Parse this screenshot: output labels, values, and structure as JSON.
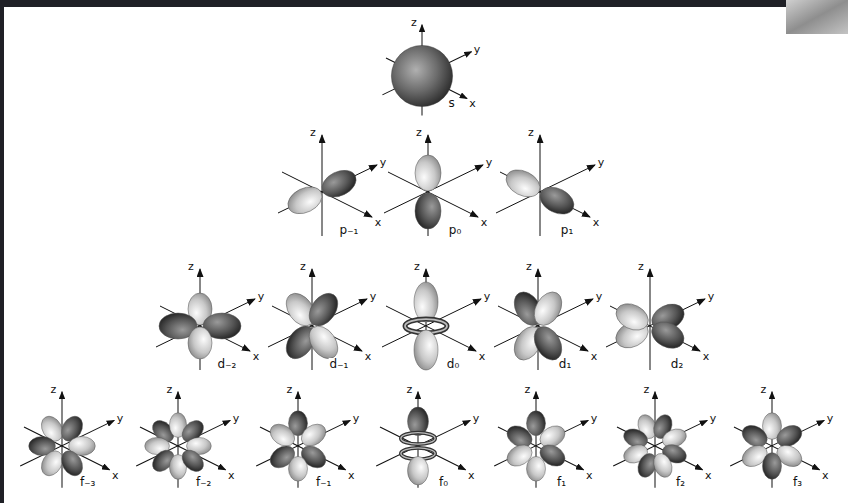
{
  "diagram": {
    "labels": [
      "z",
      "y",
      "x",
      "s",
      "z",
      "y",
      "x",
      "p₋₁",
      "z",
      "y",
      "x",
      "p₀",
      "z",
      "y",
      "x",
      "p₁",
      "z",
      "y",
      "x",
      "d₋₂",
      "z",
      "y",
      "x",
      "d₋₁",
      "z",
      "y",
      "x",
      "d₀",
      "z",
      "y",
      "x",
      "d₁",
      "z",
      "y",
      "x",
      "d₂",
      "z",
      "y",
      "x",
      "f₋₃",
      "z",
      "y",
      "x",
      "f₋₂",
      "z",
      "y",
      "x",
      "f₋₁",
      "z",
      "y",
      "x",
      "f₀",
      "z",
      "y",
      "x",
      "f₁",
      "z",
      "y",
      "x",
      "f₂",
      "z",
      "y",
      "x",
      "f₃"
    ]
  }
}
